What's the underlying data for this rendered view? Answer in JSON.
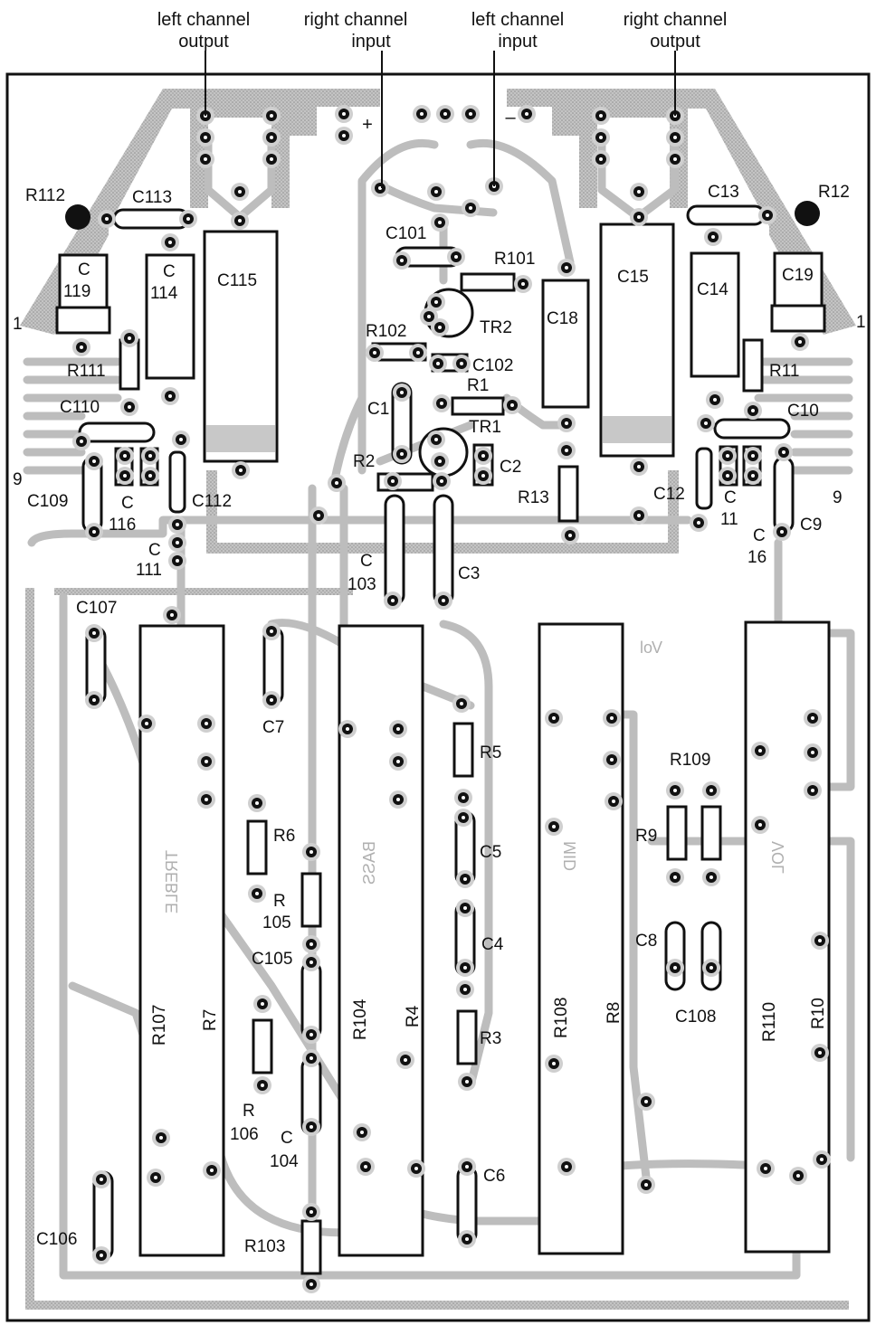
{
  "connections": {
    "left_output": [
      "left channel",
      "output"
    ],
    "right_input": [
      "right channel",
      "input"
    ],
    "left_input": [
      "left channel",
      "input"
    ],
    "right_output": [
      "right channel",
      "output"
    ],
    "plus": "+",
    "minus": "–"
  },
  "pins": {
    "left_1": "1",
    "right_1": "1",
    "left_9": "9",
    "right_9": "9"
  },
  "components": {
    "R112": "R112",
    "C113": "C113",
    "C119a": "C",
    "C119b": "119",
    "C114a": "C",
    "C114b": "114",
    "C115": "C115",
    "R111": "R111",
    "C110": "C110",
    "C109": "C109",
    "C116a": "C",
    "C116b": "116",
    "C111a": "C",
    "C111b": "111",
    "C112": "C112",
    "C101": "C101",
    "R101": "R101",
    "TR2": "TR2",
    "R102": "R102",
    "C102": "C102",
    "R1": "R1",
    "C1": "C1",
    "TR1": "TR1",
    "R2": "R2",
    "C2": "C2",
    "C18": "C18",
    "C15": "C15",
    "R13": "R13",
    "C103a": "C",
    "C103b": "103",
    "C3": "C3",
    "C13": "C13",
    "R12": "R12",
    "C14": "C14",
    "C19": "C19",
    "R11": "R11",
    "C10": "C10",
    "C12": "C12",
    "C11a": "C",
    "C11b": "11",
    "C16a": "C",
    "C16b": "16",
    "C9": "C9",
    "C107": "C107",
    "C7": "C7",
    "R6": "R6",
    "R105a": "R",
    "R105b": "105",
    "C105": "C105",
    "R106a": "R",
    "R106b": "106",
    "C104a": "C",
    "C104b": "104",
    "R103": "R103",
    "C106": "C106",
    "R5": "R5",
    "C5": "C5",
    "C4": "C4",
    "R3": "R3",
    "C6": "C6",
    "R109": "R109",
    "R9": "R9",
    "C8": "C8",
    "C108": "C108"
  },
  "pots": {
    "R107": "R107",
    "R7": "R7",
    "R104": "R104",
    "R4": "R4",
    "R108": "R108",
    "R8": "R8",
    "R110": "R110",
    "R10": "R10"
  },
  "pot_captions": {
    "volume_mark": "Vol",
    "treble": "TREBLE",
    "bass": "BASS",
    "mid": "MID",
    "vol": "VOL"
  }
}
